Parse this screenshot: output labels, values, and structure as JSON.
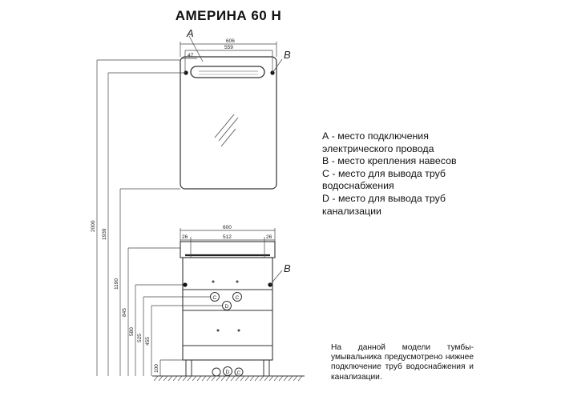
{
  "title": "АМЕРИНА 60 Н",
  "legend": [
    {
      "text": "А - место подключения"
    },
    {
      "text": "электрического провода"
    },
    {
      "text": "В - место крепления навесов"
    },
    {
      "text": "С - место для вывода труб"
    },
    {
      "text": "водоснабжения"
    },
    {
      "text": "D - место для вывода труб"
    },
    {
      "text": "канализации"
    }
  ],
  "note": "На данной модели тумбы-умывальника предусмотрено нижнее подключение труб водоснабжения и канализации.",
  "drawing": {
    "point_labels": {
      "a": "A",
      "b_mirror": "B",
      "b_cabinet": "B",
      "c1": "C",
      "c2": "C",
      "c3": "C",
      "d": "D",
      "d_bottom": "D"
    },
    "mirror_dims": {
      "width_outer": "606",
      "width_inner": "559",
      "offset": "47"
    },
    "cabinet_dims": {
      "width": "600",
      "inner": "512",
      "left_offset": "26",
      "right_offset": "26"
    },
    "heights": [
      "2000",
      "1939",
      "1190",
      "845",
      "580",
      "525",
      "455",
      "100"
    ]
  }
}
